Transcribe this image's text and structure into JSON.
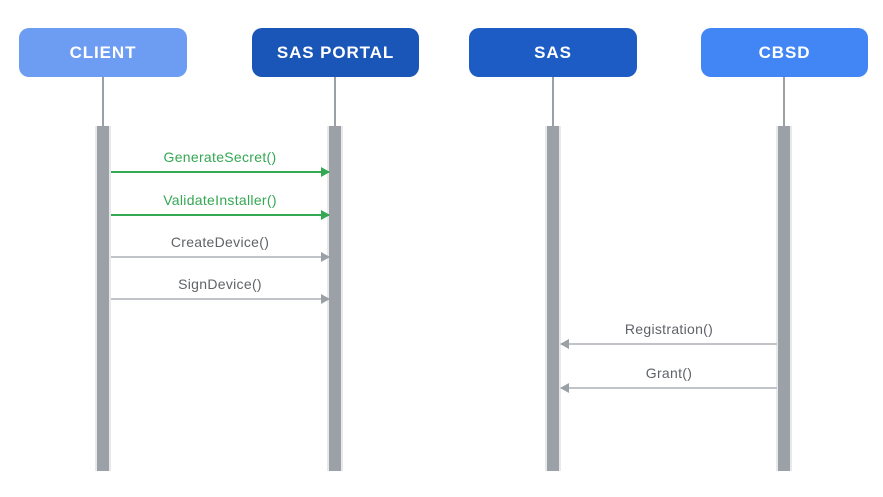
{
  "diagram": {
    "type": "sequence-diagram",
    "actors": [
      {
        "id": "client",
        "label": "CLIENT",
        "color": "#6D9CF3"
      },
      {
        "id": "sas-portal",
        "label": "SAS PORTAL",
        "color": "#1A56B8"
      },
      {
        "id": "sas",
        "label": "SAS",
        "color": "#1D5CC5"
      },
      {
        "id": "cbsd",
        "label": "CBSD",
        "color": "#4285F4"
      }
    ],
    "messages": [
      {
        "label": "GenerateSecret()",
        "from": "CLIENT",
        "to": "SAS PORTAL",
        "direction": "right",
        "color": "#34A853"
      },
      {
        "label": "ValidateInstaller()",
        "from": "CLIENT",
        "to": "SAS PORTAL",
        "direction": "right",
        "color": "#34A853"
      },
      {
        "label": "CreateDevice()",
        "from": "CLIENT",
        "to": "SAS PORTAL",
        "direction": "right",
        "color": "#5F6368"
      },
      {
        "label": "SignDevice()",
        "from": "CLIENT",
        "to": "SAS PORTAL",
        "direction": "right",
        "color": "#5F6368"
      },
      {
        "label": "Registration()",
        "from": "CBSD",
        "to": "SAS",
        "direction": "left",
        "color": "#5F6368"
      },
      {
        "label": "Grant()",
        "from": "CBSD",
        "to": "SAS",
        "direction": "left",
        "color": "#5F6368"
      }
    ],
    "colors": {
      "background": "#FFFFFF",
      "green_message": "#34A853",
      "gray_message_text": "#5F6368",
      "gray_arrow_line": "#C0C3C7",
      "gray_arrowhead": "#9AA0A6",
      "lifeline": "#9AA0A6",
      "activation_bar": "#9CA1A8",
      "activation_bar_edge": "#E7E9EB",
      "actor_label_text": "#FFFFFF"
    }
  }
}
